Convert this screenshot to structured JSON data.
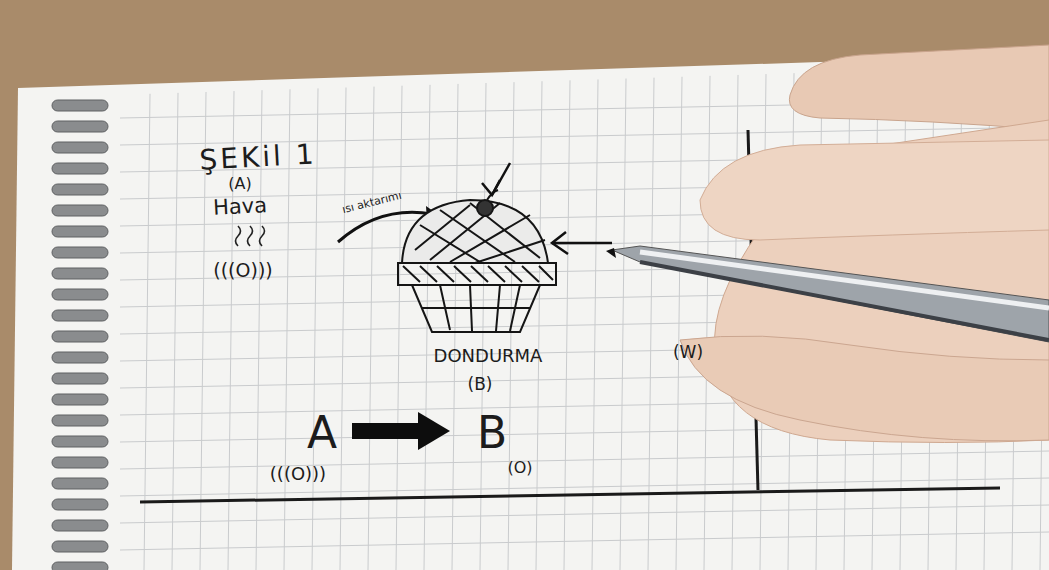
{
  "diagram": {
    "title": "ŞEKil 1",
    "labels": [
      "(A)",
      "Hava",
      "(((O)))",
      "ısı aktarımı",
      "DONDURMA",
      "(B)",
      "(W)",
      "A",
      "B",
      "(((O)))",
      "(O)"
    ]
  }
}
